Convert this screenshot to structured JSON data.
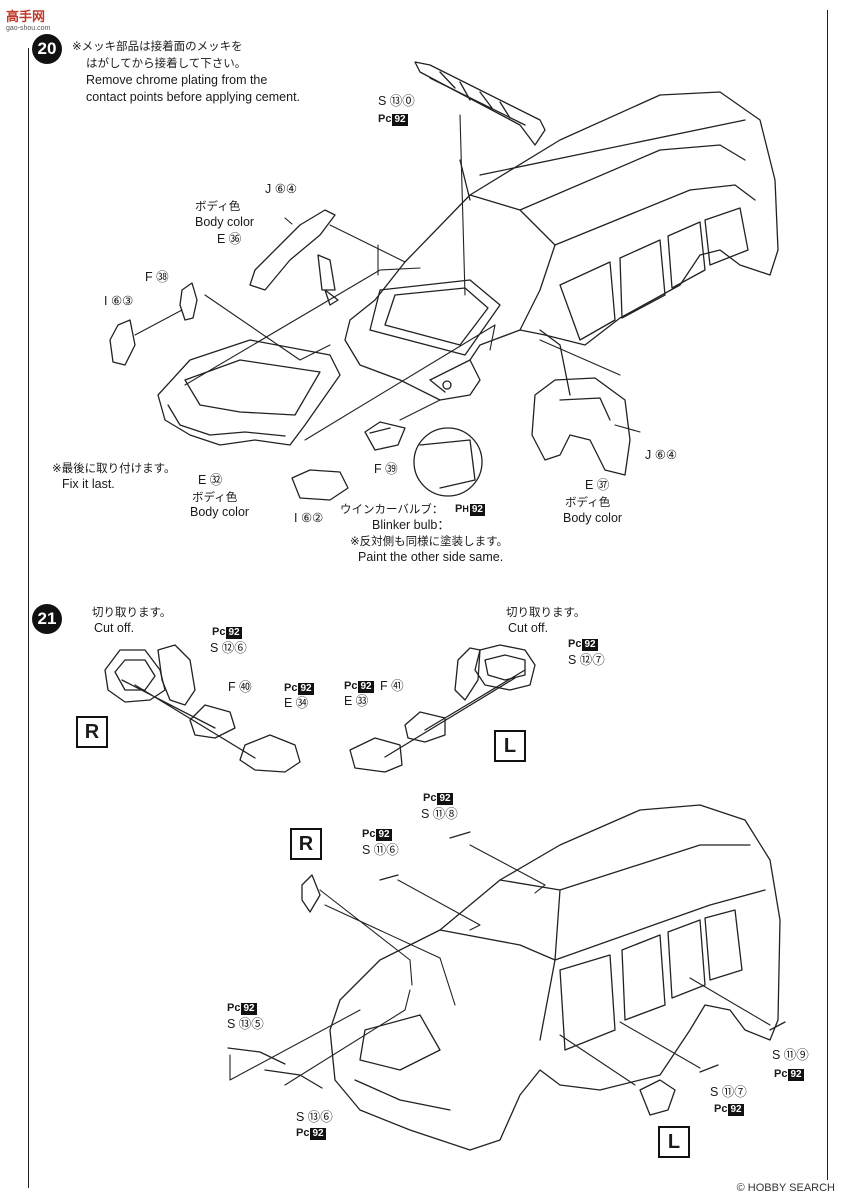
{
  "header": {
    "logo_text": "高手网",
    "logo_sub": "gao-shou.com",
    "watermark": "© HOBBY SEARCH"
  },
  "step20": {
    "number": "20",
    "note_jp_1": "※メッキ部品は接着面のメッキを",
    "note_jp_2": "はがしてから接着して下さい。",
    "note_en_1": "Remove chrome plating from the",
    "note_en_2": "contact points before applying cement.",
    "parts": {
      "s130": "S ⑬⓪",
      "pc92_a": "92",
      "j64_top": "J ⑥④",
      "body_color_jp_1": "ボディ色",
      "body_color_en_1": "Body color",
      "e36": "E ㊱",
      "f38": "F ㊳",
      "i63": "I ⑥③",
      "fix_jp": "※最後に取り付けます。",
      "fix_en": "Fix it last.",
      "e32": "E ㉜",
      "body_color_jp_2": "ボディ色",
      "body_color_en_2": "Body color",
      "f39": "F ㊴",
      "i62": "I ⑥②",
      "blinker_jp": "ウインカーバルブ：",
      "blinker_en": "Blinker bulb：",
      "ph92": "92",
      "paint_jp": "※反対側も同様に塗装します。",
      "paint_en": "Paint the other side same.",
      "e37": "E ㊲",
      "body_color_jp_3": "ボディ色",
      "body_color_en_3": "Body color",
      "j64_right": "J ⑥④"
    }
  },
  "step21": {
    "number": "21",
    "cutoff_jp": "切り取ります。",
    "cutoff_en": "Cut off.",
    "r_label": "R",
    "l_label": "L",
    "parts": {
      "pc92": "92",
      "s126": "S ⑫⑥",
      "s127": "S ⑫⑦",
      "f40": "F ㊵",
      "f41": "F ㊶",
      "e34": "E ㉞",
      "e33": "E ㉝",
      "s118": "S ⑪⑧",
      "s116": "S ⑪⑥",
      "s135": "S ⑬⑤",
      "s136": "S ⑬⑥",
      "s117": "S ⑪⑦",
      "s119": "S ⑪⑨"
    }
  }
}
